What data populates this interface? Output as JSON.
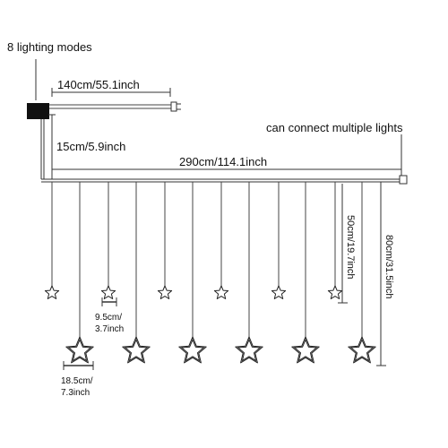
{
  "labels": {
    "modes": "8 lighting modes",
    "cable_length": "140cm/55.1inch",
    "connect": "can connect multiple lights",
    "drop": "15cm/5.9inch",
    "width": "290cm/114.1inch",
    "short_len": "50cm/19.7inch",
    "long_len": "80cm/31.5inch",
    "small_star_a": "9.5cm/",
    "small_star_b": "3.7inch",
    "big_star_a": "18.5cm/",
    "big_star_b": "7.3inch"
  },
  "colors": {
    "line": "#333333",
    "star": "#222222",
    "controller": "#111111"
  },
  "icons": {
    "controller": "controller-box-icon",
    "plug": "plug-icon",
    "connector": "end-connector-icon",
    "star": "star-icon"
  }
}
